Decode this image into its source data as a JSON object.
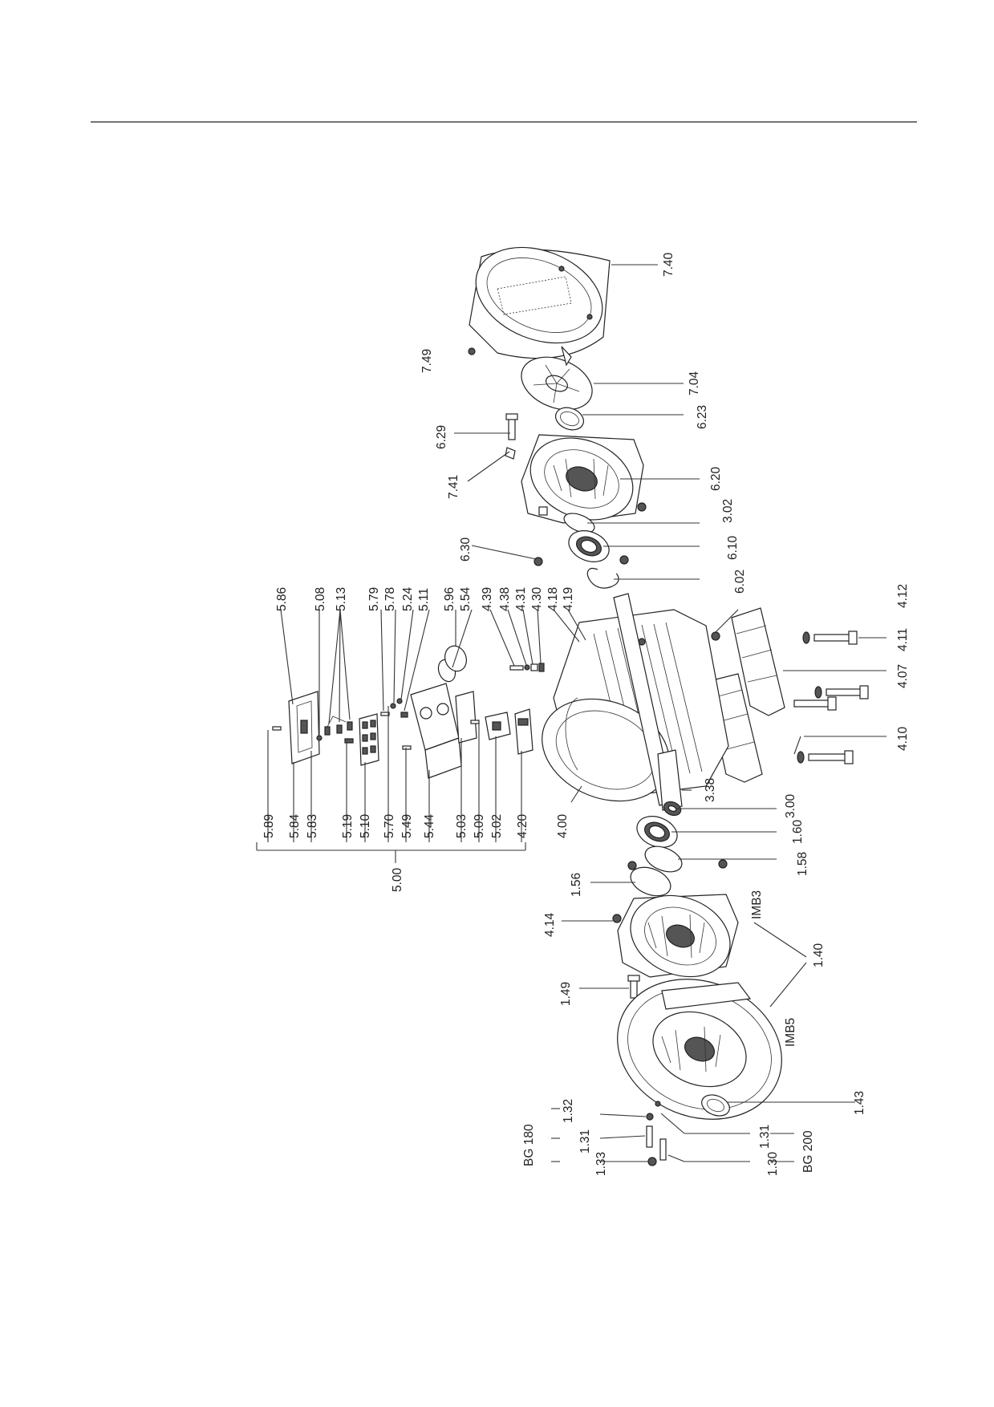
{
  "diagram": {
    "labels": {
      "l740": "7.40",
      "l749": "7.49",
      "l704": "7.04",
      "l623": "6.23",
      "l629": "6.29",
      "l620": "6.20",
      "l741": "7.41",
      "l302": "3.02",
      "l630": "6.30",
      "l610": "6.10",
      "l602": "6.02",
      "l412": "4.12",
      "l411": "4.11",
      "l407": "4.07",
      "l410": "4.10",
      "l586": "5.86",
      "l508": "5.08",
      "l513": "5.13",
      "l579": "5.79",
      "l578": "5.78",
      "l524": "5.24",
      "l511": "5.11",
      "l596": "5.96",
      "l554": "5.54",
      "l439": "4.39",
      "l438": "4.38",
      "l431": "4.31",
      "l430": "4.30",
      "l418": "4.18",
      "l419": "4.19",
      "l589": "5.89",
      "l584": "5.84",
      "l583": "5.83",
      "l519": "5.19",
      "l510": "5.10",
      "l570": "5.70",
      "l549": "5.49",
      "l544": "5.44",
      "l503": "5.03",
      "l509": "5.09",
      "l502": "5.02",
      "l420": "4.20",
      "l400": "4.00",
      "l338": "3.38",
      "l300": "3.00",
      "l160": "1.60",
      "l158": "1.58",
      "l500": "5.00",
      "l156": "1.56",
      "limb3": "IMB3",
      "l414": "4.14",
      "l140": "1.40",
      "l149": "1.49",
      "limb5": "IMB5",
      "l143": "1.43",
      "lbg180": "BG 180",
      "l132": "1.32",
      "l131a": "1.31",
      "l133": "1.33",
      "l131b": "1.31",
      "l130": "1.30",
      "lbg200": "BG 200"
    }
  }
}
